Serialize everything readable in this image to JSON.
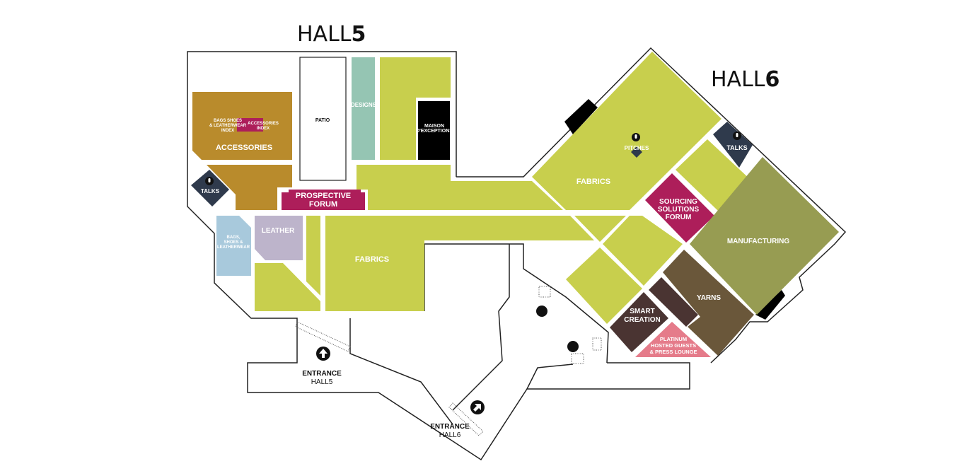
{
  "halls": {
    "hall5": {
      "word": "HALL",
      "num": "5"
    },
    "hall6": {
      "word": "HALL",
      "num": "6"
    }
  },
  "zones": {
    "accessories": "ACCESSORIES",
    "index_left": [
      "BAGS SHOES",
      "& LEATHERWEAR",
      "INDEX"
    ],
    "index_right": [
      "ACCESSORIES",
      "INDEX"
    ],
    "patio": "PATIO",
    "designs": "DESIGNS",
    "maison": [
      "MAISON",
      "D'EXCEPTIONS"
    ],
    "prospective": [
      "PROSPECTIVE",
      "FORUM"
    ],
    "talks_left": "TALKS",
    "talks_right": "TALKS",
    "pitches": "PITCHES",
    "bags": [
      "BAGS,",
      "SHOES &",
      "LEATHERWEAR"
    ],
    "leather": "LEATHER",
    "fabrics_h5": "FABRICS",
    "fabrics_h6": "FABRICS",
    "sourcing": [
      "SOURCING",
      "SOLUTIONS",
      "FORUM"
    ],
    "manufacturing": "MANUFACTURING",
    "yarns": "YARNS",
    "smart": [
      "SMART",
      "CREATION"
    ],
    "platinum": [
      "PLATINUM",
      "HOSTED GUESTS",
      "& PRESS LOUNGE"
    ]
  },
  "entrances": {
    "hall5": [
      "ENTRANCE",
      "HALL5"
    ],
    "hall6": [
      "ENTRANCE",
      "HALL6"
    ]
  },
  "colors": {
    "lime": "#c8cf4d",
    "accessories": "#b98b2c",
    "magenta": "#ad1e5a",
    "designs": "#95c5b3",
    "talks": "#2f3a4c",
    "bags": "#a8c9dc",
    "leather": "#bdb4cb",
    "manufacturing": "#979c52",
    "yarns": "#6a573a",
    "dark_brown": "#4a3432",
    "platinum": "#e57b8a"
  }
}
